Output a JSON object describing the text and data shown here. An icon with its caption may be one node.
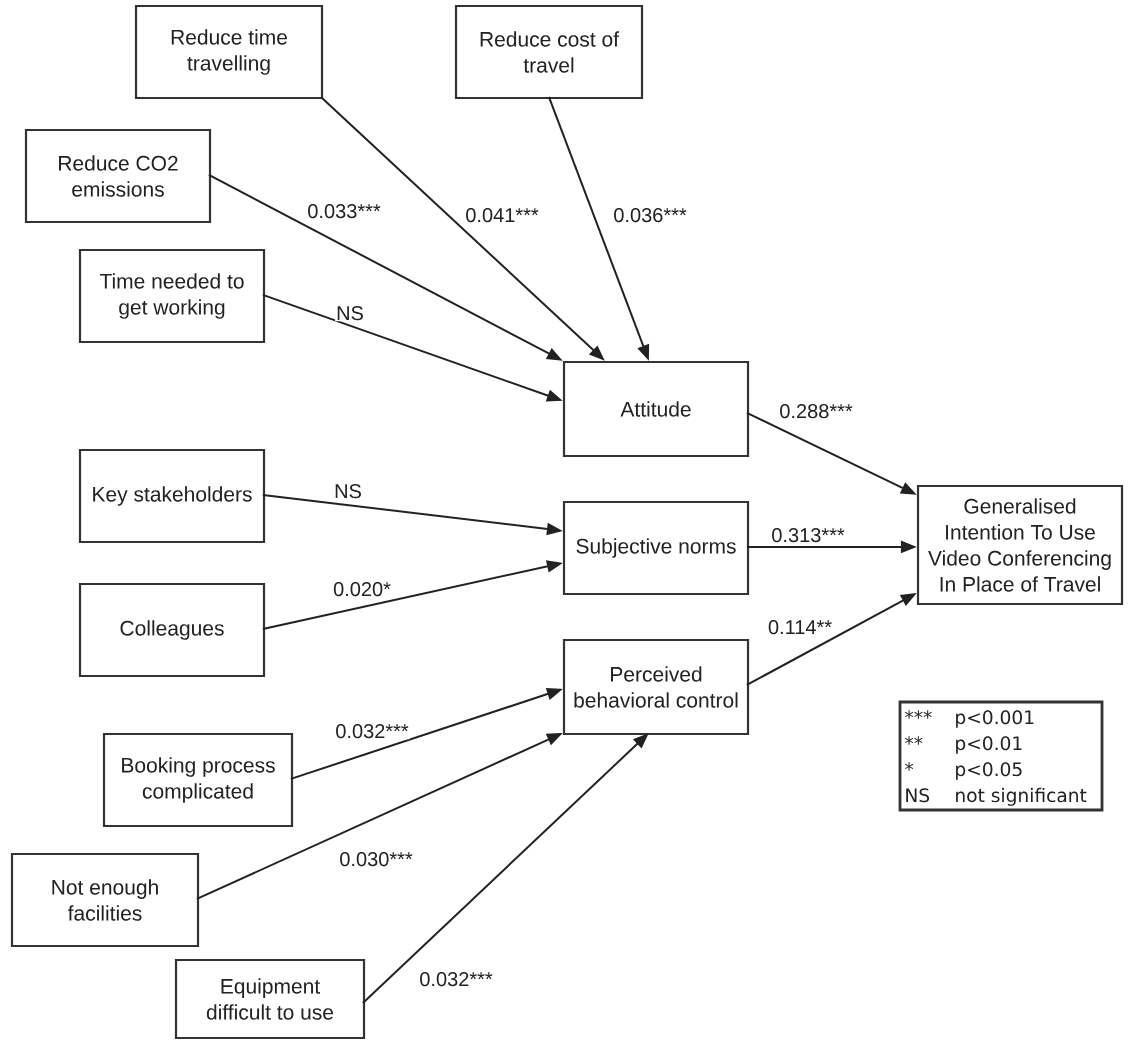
{
  "diagram": {
    "nodes": [
      {
        "text": [
          "Reduce time travelling"
        ]
      },
      {
        "text": [
          "Reduce cost of travel"
        ]
      },
      {
        "text": [
          "Reduce CO2 emissions"
        ]
      },
      {
        "text": [
          "Time needed to get working"
        ]
      },
      {
        "text": [
          "Attitude"
        ]
      },
      {
        "text": [
          "Key stakeholders"
        ]
      },
      {
        "text": [
          "Subjective norms"
        ]
      },
      {
        "text": [
          "Generalised Intention To Use Video Conferencing In Place of Travel"
        ]
      },
      {
        "text": [
          "Colleagues"
        ]
      },
      {
        "text": [
          "Perceived behavioral control"
        ]
      },
      {
        "text": [
          "Booking process complicated"
        ]
      },
      {
        "text": [
          "Not enough facilities"
        ]
      },
      {
        "text": [
          "Equipment difficult to use"
        ]
      }
    ],
    "edges": [
      {
        "from": 0,
        "to": 4,
        "arrow": "to",
        "label": "0.041***"
      },
      {
        "from": 1,
        "to": 4,
        "arrow": "to",
        "label": "0.036***"
      },
      {
        "from": 2,
        "to": 4,
        "arrow": "to",
        "label": "0.033***"
      },
      {
        "from": 3,
        "to": 4,
        "arrow": "to",
        "label": "NS"
      },
      {
        "from": 4,
        "to": 7,
        "arrow": "to",
        "label": "0.288***"
      },
      {
        "from": 5,
        "to": 6,
        "arrow": "to",
        "label": "NS"
      },
      {
        "from": 6,
        "to": 7,
        "arrow": "to",
        "label": "0.313***"
      },
      {
        "from": 8,
        "to": 6,
        "arrow": "to",
        "label": "0.020*"
      },
      {
        "from": 9,
        "to": 7,
        "arrow": "to",
        "label": "0.114**"
      },
      {
        "from": 10,
        "to": 9,
        "arrow": "to",
        "label": "0.032***"
      },
      {
        "from": 11,
        "to": 9,
        "arrow": "to",
        "label": "0.030***"
      },
      {
        "from": 12,
        "to": 9,
        "arrow": "to",
        "label": "0.032***"
      }
    ],
    "labels": [
      "***",
      "p<0.001",
      "**",
      "p<0.01",
      "*",
      "p<0.05",
      "NS",
      "not significant"
    ]
  }
}
